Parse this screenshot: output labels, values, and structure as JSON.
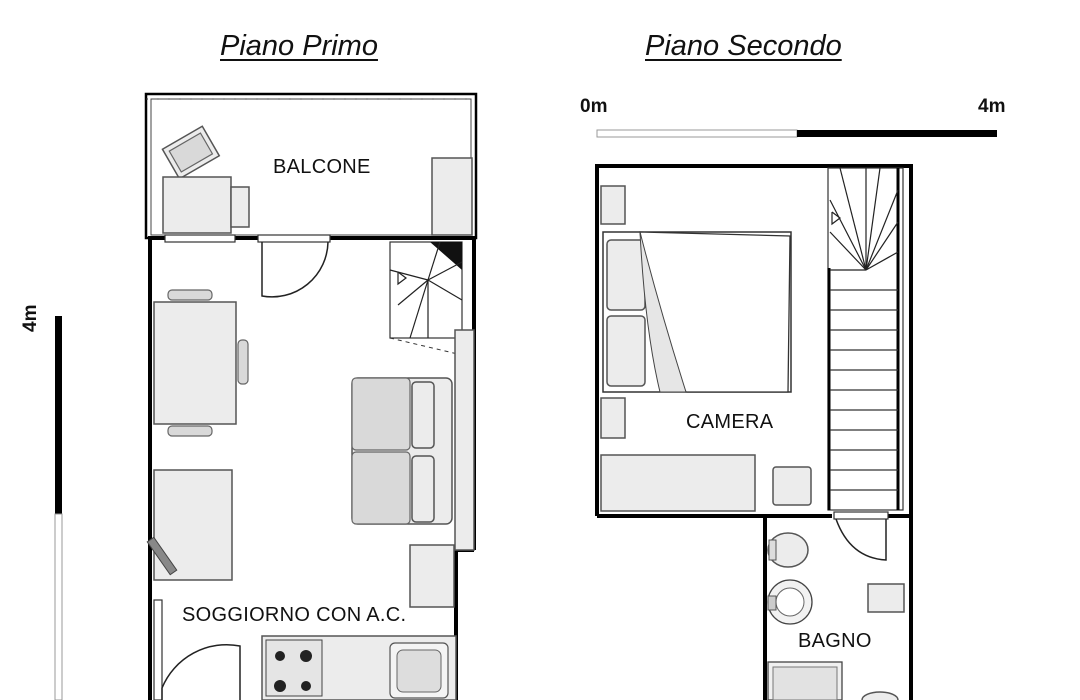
{
  "titles": {
    "first_floor": "Piano Primo",
    "second_floor": "Piano Secondo"
  },
  "scale": {
    "start_label": "0m",
    "end_label": "4m",
    "vertical_label": "4m"
  },
  "rooms": {
    "balcony": "BALCONE",
    "living": "SOGGIORNO CON A.C.",
    "bedroom": "CAMERA",
    "bathroom": "BAGNO"
  }
}
